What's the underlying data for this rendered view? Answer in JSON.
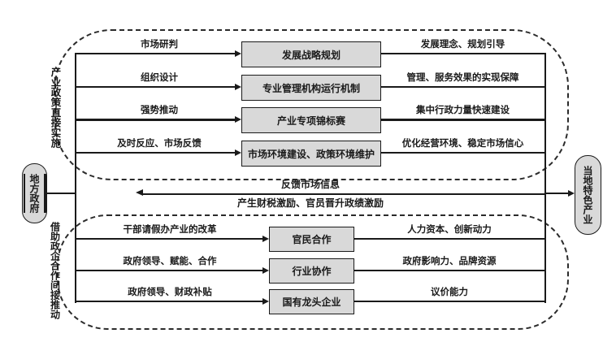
{
  "diagram": {
    "terminals": {
      "left": "地方政府",
      "right": "当地特色产业"
    },
    "top_group": {
      "side_label": "产业政策直接实施",
      "rows": [
        {
          "left_label": "市场研判",
          "box": "发展战略规划",
          "right_label": "发展理念、规划引导"
        },
        {
          "left_label": "组织设计",
          "box": "专业管理机构运行机制",
          "right_label": "管理、服务效果的实现保障"
        },
        {
          "left_label": "强势推动",
          "box": "产业专项锦标赛",
          "right_label": "集中行政力量快速建设"
        },
        {
          "left_label": "及时反应、市场反馈",
          "box": "市场环境建设、政策环境维护",
          "right_label": "优化经营环境、稳定市场信心"
        }
      ]
    },
    "feedback_arrow": {
      "top_text": "反馈市场信息",
      "bottom_text": "产生财税激励、官员晋升政绩激励"
    },
    "bottom_group": {
      "side_label": "借助政企合作间接推动",
      "rows": [
        {
          "left_label": "干部请假办产业的改革",
          "box": "官民合作",
          "right_label": "人力资本、创新动力"
        },
        {
          "left_label": "政府领导、赋能、合作",
          "box": "行业协作",
          "right_label": "政府影响力、品牌资源"
        },
        {
          "left_label": "政府领导、财政补贴",
          "box": "国有龙头企业",
          "right_label": "议价能力"
        }
      ]
    },
    "colors": {
      "box_fill": "#d9d9d9",
      "line": "#1a1a1a"
    }
  }
}
